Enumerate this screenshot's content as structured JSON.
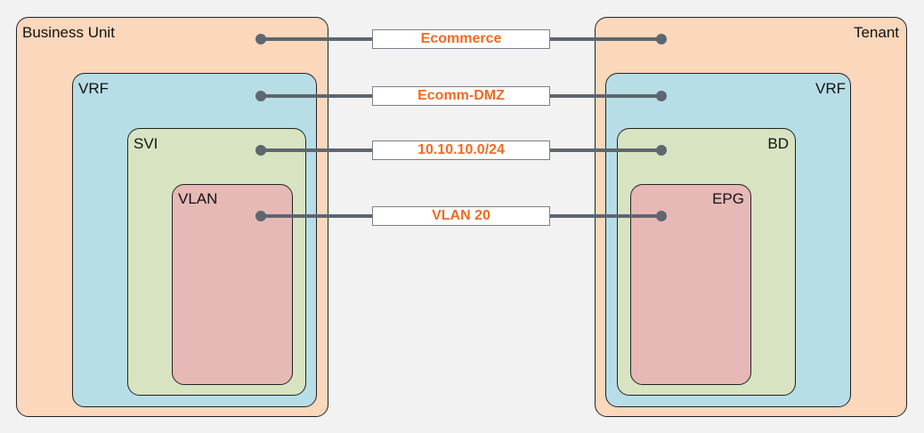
{
  "left": {
    "title": "Business Unit",
    "levels": [
      "Business Unit",
      "VRF",
      "SVI",
      "VLAN"
    ]
  },
  "right": {
    "title": "Tenant",
    "levels": [
      "Tenant",
      "VRF",
      "BD",
      "EPG"
    ]
  },
  "mappings": [
    {
      "left": "Business Unit",
      "label": "Ecommerce",
      "right": "Tenant"
    },
    {
      "left": "VRF",
      "label": "Ecomm-DMZ",
      "right": "VRF"
    },
    {
      "left": "SVI",
      "label": "10.10.10.0/24",
      "right": "BD"
    },
    {
      "left": "VLAN",
      "label": "VLAN 20",
      "right": "EPG"
    }
  ],
  "colors": {
    "outer": "#fbd7bb",
    "vrf": "#b7dde7",
    "middle": "#d8e3c1",
    "inner": "#e6b8b6",
    "label_text": "#f26a21",
    "connector": "#5e6670"
  }
}
